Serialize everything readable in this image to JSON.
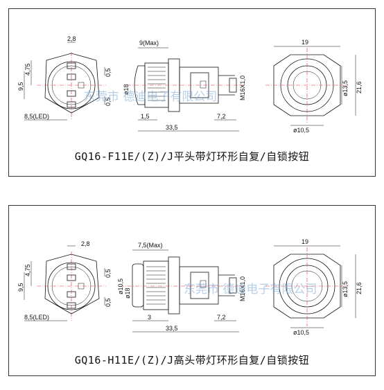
{
  "panels": [
    {
      "caption": "GQ16-F11E/(Z)/J平头带灯环形自复/自锁按钮",
      "watermark": "东莞市 德迪电子有限公司",
      "dims": {
        "d28": "2,8",
        "d475": "4,75",
        "d05a": "0,5",
        "d95": "9,5",
        "d85led": "8,5(LED)",
        "d05b": "0,5",
        "d9max": "9(Max)",
        "dphi18": "ø18",
        "d15": "1,5",
        "d335": "33,5",
        "d72": "7,2",
        "dm16": "M16X1,0",
        "d19": "19",
        "dphi135": "ø13,5",
        "d216": "21,6",
        "dphi105": "ø10,5"
      }
    },
    {
      "caption": "GQ16-H11E/(Z)/J高头带灯环形自复/自锁按钮",
      "watermark": "东莞市 德迪电子有限公司",
      "dims": {
        "d28": "2,8",
        "d475": "4,75",
        "d05a": "0,5",
        "d95": "9,5",
        "d85led": "8,5(LED)",
        "d05b": "0,5",
        "d75max": "7,5(Max)",
        "dphi18": "ø18",
        "dphi105b": "ø10,5",
        "d3": "3",
        "d335": "33,5",
        "d72": "7,2",
        "dm16": "M16X1,0",
        "d19": "19",
        "dphi135": "ø13,5",
        "d216": "21,6",
        "dphi105": "ø10,5"
      }
    }
  ]
}
